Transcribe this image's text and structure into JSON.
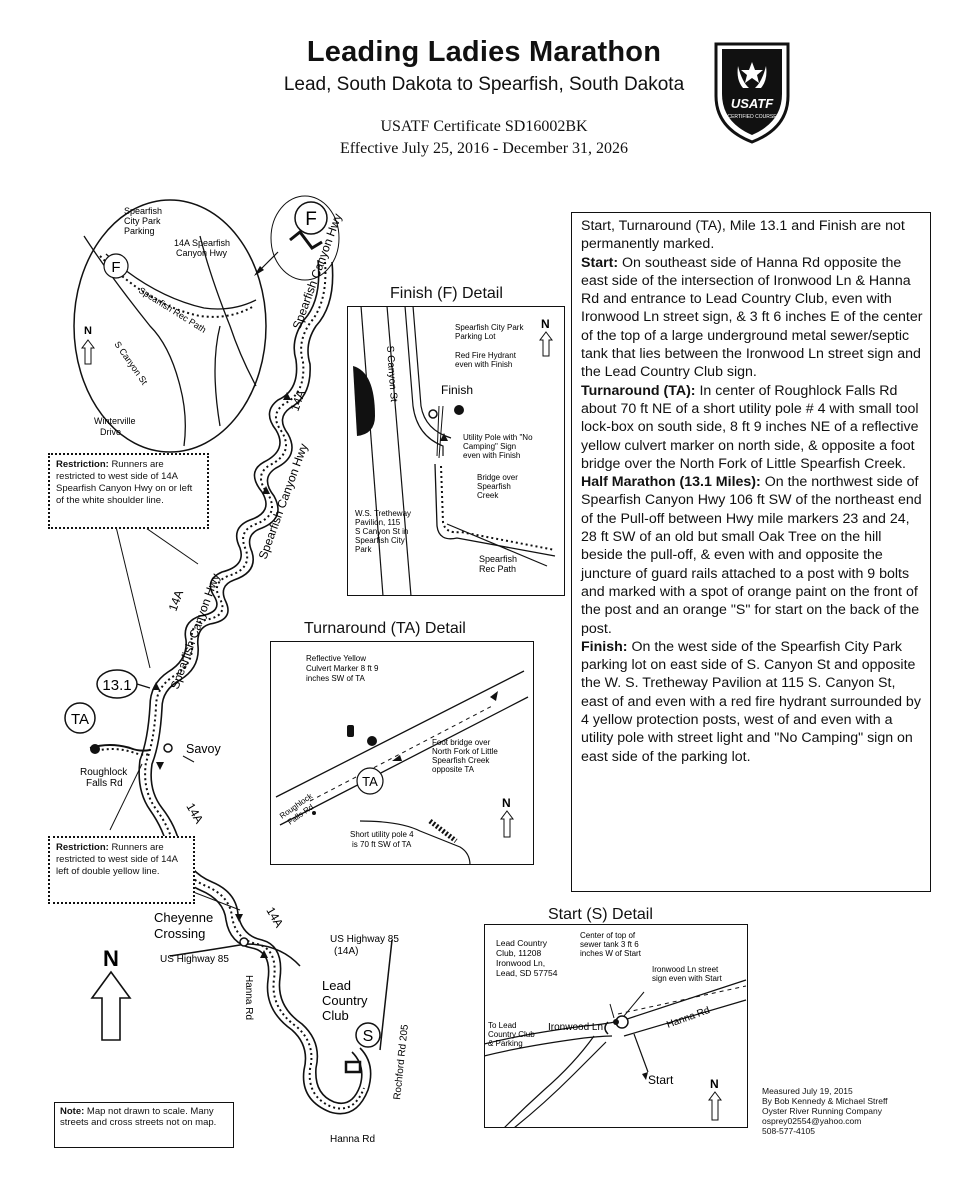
{
  "header": {
    "title": "Leading Ladies Marathon",
    "subtitle": "Lead, South Dakota to Spearfish, South Dakota",
    "certificate": "USATF Certificate SD16002BK",
    "effective": "Effective July 25, 2016 - December 31, 2026"
  },
  "logo": {
    "text": "USATF",
    "subtext": "CERTIFIED COURSE"
  },
  "description": {
    "intro": "Start, Turnaround (TA), Mile 13.1 and Finish are not permanently marked.",
    "start_label": "Start:",
    "start_text": "On southeast side of Hanna Rd opposite the east side of the intersection of Ironwood Ln & Hanna Rd and entrance to Lead Country Club, even with Ironwood Ln street sign, & 3 ft 6 inches E of the center of the top of a large underground metal sewer/septic tank that lies between the Ironwood Ln street sign and the Lead Country Club sign.",
    "ta_label": "Turnaround (TA):",
    "ta_text": "In center of Roughlock Falls Rd about 70 ft NE of a short utility pole # 4 with small tool lock-box on south side, 8 ft 9 inches NE of a reflective yellow culvert marker on north side, & opposite a foot bridge over the North Fork of Little Spearfish Creek.",
    "half_label": "Half Marathon (13.1 Miles):",
    "half_text": "On the northwest side of Spearfish Canyon Hwy 106 ft SW of the northeast end of the Pull-off between Hwy mile markers 23 and 24, 28 ft SW of an old but small Oak Tree on the hill beside the pull-off, & even with and opposite the juncture of guard rails attached to a post with 9 bolts and marked with a spot of orange paint on the front of the post and an orange \"S\" for start on the back of the post.",
    "finish_label": "Finish:",
    "finish_text": "On the west side of the Spearfish City Park parking lot on east side of S. Canyon St and opposite the W. S. Tretheway Pavilion at 115 S. Canyon St, east of and even with a red fire hydrant surrounded by 4 yellow protection posts, west of and even with a utility pole with street light and \"No Camping\" sign on east side of the parking lot."
  },
  "main_map": {
    "finish_marker": "F",
    "ta_marker": "TA",
    "mile_marker": "13.1",
    "start_marker": "S",
    "savoy": "Savoy",
    "roughlock": "Roughlock\nFalls Rd",
    "cheyenne": "Cheyenne\nCrossing",
    "us85_left": "US Highway 85",
    "us85_right": "US Highway 85\n(14A)",
    "lead_cc": "Lead\nCountry\nClub",
    "hanna_rd_vert": "Hanna Rd",
    "hanna_rd_bottom": "Hanna Rd",
    "rochford": "Rochford Rd 205",
    "hwy14a": "14A",
    "spearfish_canyon_hwy": "Spearfish Canyon Hwy",
    "north": "N",
    "restriction1_label": "Restriction:",
    "restriction1_text": "Runners are restricted to west side of 14A Spearfish Canyon Hwy on or left of the white shoulder line.",
    "restriction2_label": "Restriction:",
    "restriction2_text": "Runners are restricted to west side of 14A left of double yellow line."
  },
  "inset_circle": {
    "parking": "Spearfish\nCity Park\nParking",
    "hwy": "14A Spearfish\nCanyon Hwy",
    "rec_path": "Spearfish Rec Path",
    "canyon_st": "S Canyon St",
    "winterville": "Winterville\nDrive",
    "marker": "F",
    "north": "N"
  },
  "finish_detail": {
    "title": "Finish (F) Detail",
    "canyon_st": "S Canyon St",
    "parking_lot": "Spearfish City Park\nParking Lot",
    "hydrant": "Red Fire Hydrant\neven with Finish",
    "finish": "Finish",
    "pole": "Utility Pole with \"No\nCamping\" Sign\neven with Finish",
    "bridge": "Bridge over\nSpearfish\nCreek",
    "pavilion": "W.S. Tretheway\nPavilion, 115\nS Canyon St in\nSpearfish City\nPark",
    "rec_path": "Spearfish\nRec Path",
    "north": "N"
  },
  "ta_detail": {
    "title": "Turnaround (TA) Detail",
    "culvert": "Reflective Yellow\nCulvert Marker 8 ft 9\ninches SW of TA",
    "footbridge": "Foot bridge over\nNorth Fork of Little\nSpearfish Creek\nopposite TA",
    "road": "Roughlock\nFalls Rd",
    "marker": "TA",
    "pole": "Short utility pole 4\nis 70 ft SW of TA",
    "north": "N"
  },
  "start_detail": {
    "title": "Start (S) Detail",
    "club": "Lead Country\nClub, 11208\nIronwood Ln,\nLead, SD 57754",
    "tank": "Center of top of\nsewer tank 3 ft 6\ninches W of Start",
    "sign": "Ironwood Ln street\nsign even with Start",
    "to_club": "To Lead\nCountry Club\n& Parking",
    "ironwood": "Ironwood Ln",
    "hanna": "Hanna Rd",
    "start": "Start",
    "north": "N"
  },
  "note": {
    "label": "Note:",
    "text": "Map not drawn to scale. Many streets and cross streets not on map."
  },
  "measured": {
    "line1": "Measured July 19, 2015",
    "line2": "By Bob Kennedy & Michael Streff",
    "line3": "Oyster River Running Company",
    "line4": "osprey02554@yahoo.com",
    "line5": "508-577-4105"
  }
}
